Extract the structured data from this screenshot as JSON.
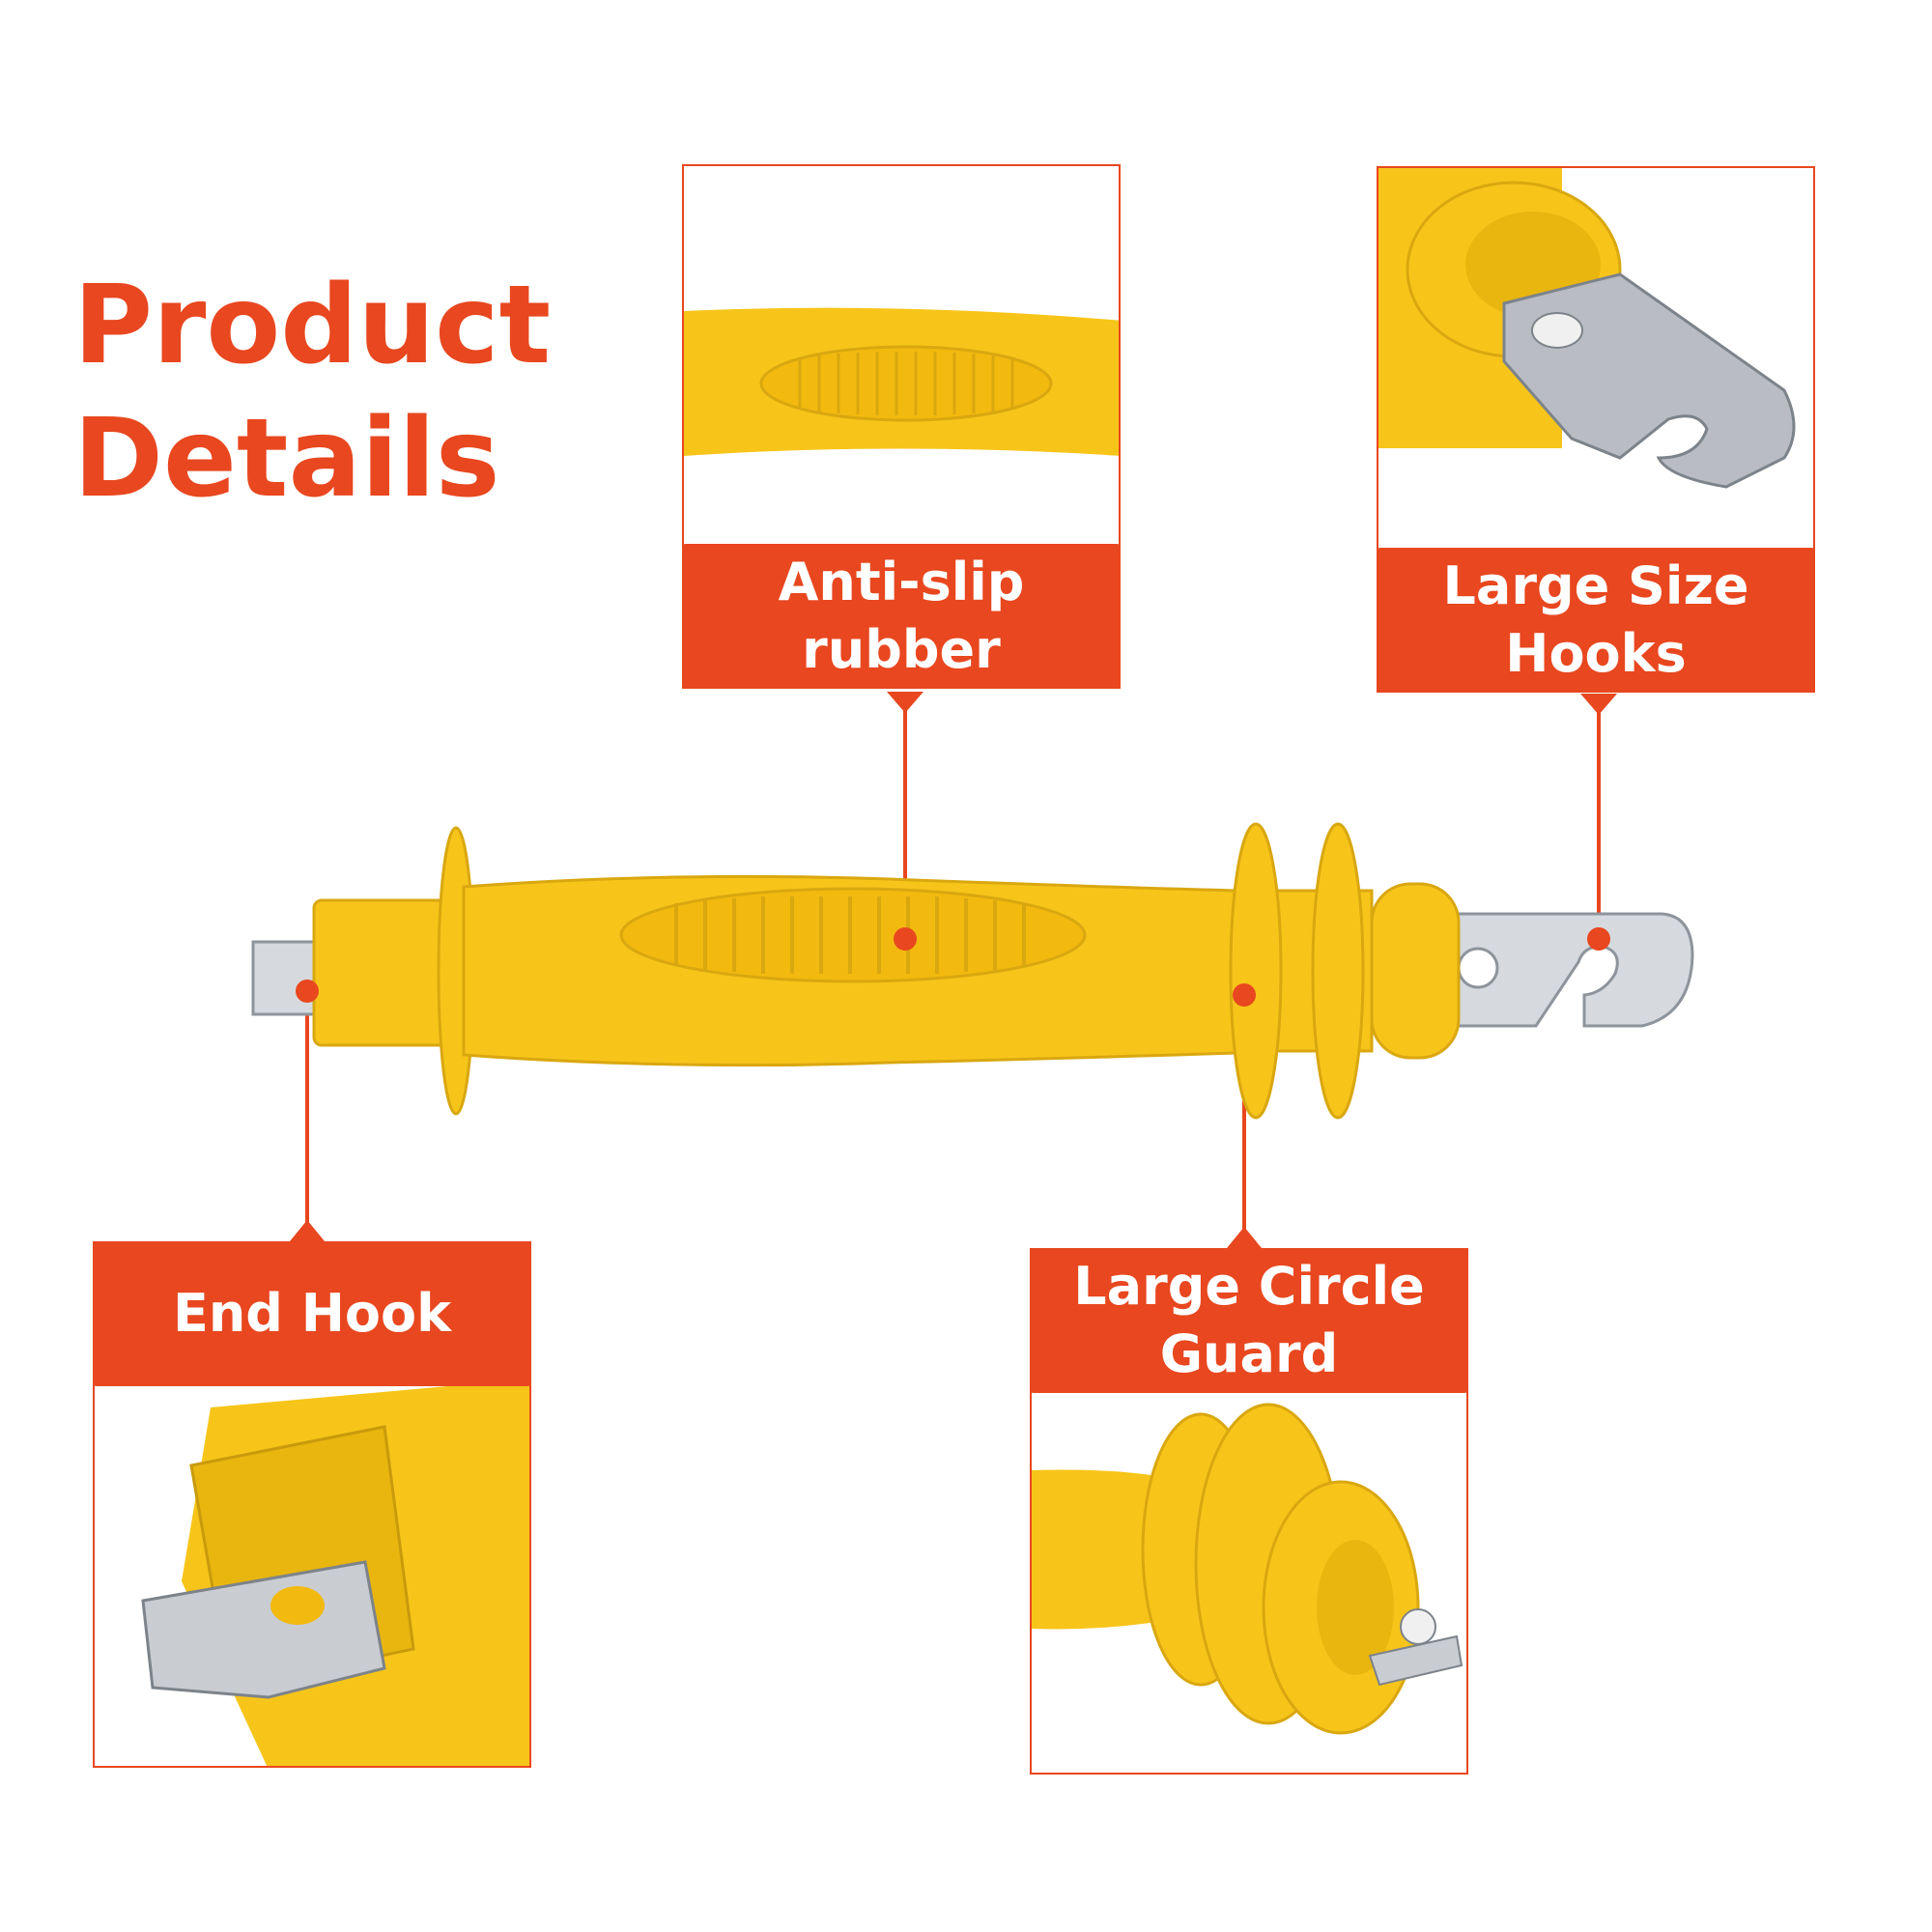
{
  "title": {
    "line1": "Product",
    "line2": "Details"
  },
  "callouts": {
    "anti_slip": {
      "line1": "Anti-slip",
      "line2": "rubber"
    },
    "large_hooks": {
      "line1": "Large Size",
      "line2": "Hooks"
    },
    "end_hook": {
      "line1": "End Hook"
    },
    "circle_guard": {
      "line1": "Large Circle",
      "line2": "Guard"
    }
  },
  "colors": {
    "accent": "#e8471f",
    "product_yellow": "#f7c51a",
    "metal": "#c9ccd1"
  }
}
